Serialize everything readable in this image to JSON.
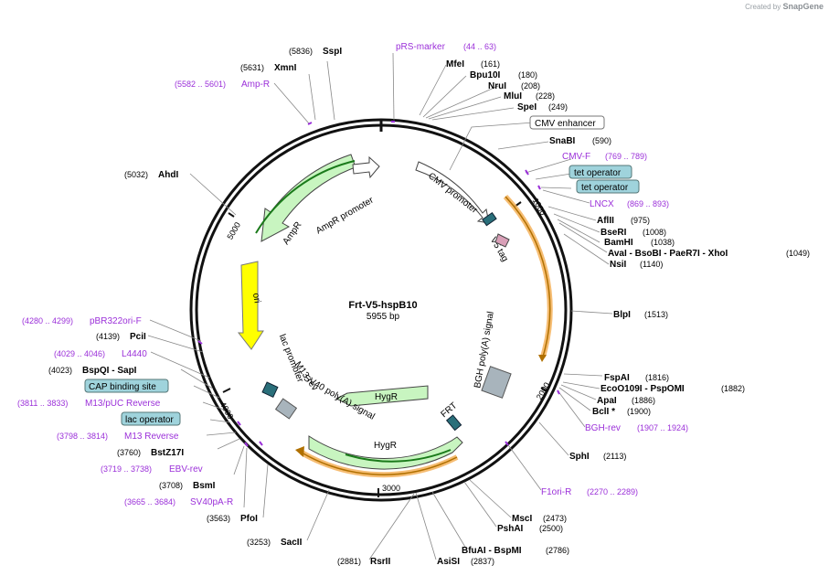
{
  "credit": {
    "prefix": "Created by",
    "brand": "SnapGene"
  },
  "plasmid": {
    "name": "Frt-V5-hspB10",
    "size": "5955 bp"
  },
  "ticks": [
    "1000",
    "2000",
    "3000",
    "4000",
    "5000"
  ],
  "features": [
    {
      "label": "CMV promoter",
      "kind": "arrow"
    },
    {
      "label": "V5 tag",
      "kind": "box"
    },
    {
      "label": "BGH poly(A) signal",
      "kind": "box"
    },
    {
      "label": "FRT",
      "kind": "box"
    },
    {
      "label": "HygR",
      "kind": "arrow"
    },
    {
      "label": "HygR",
      "kind": "arrow"
    },
    {
      "label": "SV40 poly(A) signal",
      "kind": "box"
    },
    {
      "label": "lac promoter",
      "kind": "arrow"
    },
    {
      "label": "M13 rev",
      "kind": "arrow"
    },
    {
      "label": "ori",
      "kind": "arrow"
    },
    {
      "label": "AmpR",
      "kind": "arrow"
    },
    {
      "label": "AmpR promoter",
      "kind": "arrow"
    }
  ],
  "enzymes": [
    {
      "name": "MfeI",
      "pos": "(161)"
    },
    {
      "name": "Bpu10I",
      "pos": "(180)"
    },
    {
      "name": "NruI",
      "pos": "(208)"
    },
    {
      "name": "MluI",
      "pos": "(228)"
    },
    {
      "name": "SpeI",
      "pos": "(249)"
    },
    {
      "name": "SnaBI",
      "pos": "(590)"
    },
    {
      "name": "AflII",
      "pos": "(975)"
    },
    {
      "name": "BseRI",
      "pos": "(1008)"
    },
    {
      "name": "BamHI",
      "pos": "(1038)"
    },
    {
      "name": "AvaI - BsoBI - PaeR7I - XhoI",
      "pos": "(1049)"
    },
    {
      "name": "NsiI",
      "pos": "(1140)"
    },
    {
      "name": "BlpI",
      "pos": "(1513)"
    },
    {
      "name": "FspAI",
      "pos": "(1816)"
    },
    {
      "name": "EcoO109I - PspOMI",
      "pos": "(1882)"
    },
    {
      "name": "ApaI",
      "pos": "(1886)"
    },
    {
      "name": "BclI *",
      "pos": "(1900)"
    },
    {
      "name": "SphI",
      "pos": "(2113)"
    },
    {
      "name": "MscI",
      "pos": "(2473)"
    },
    {
      "name": "PshAI",
      "pos": "(2500)"
    },
    {
      "name": "BfuAI - BspMI",
      "pos": "(2786)"
    },
    {
      "name": "AsiSI",
      "pos": "(2837)"
    },
    {
      "name": "RsrII",
      "pos": "(2881)"
    },
    {
      "name": "SacII",
      "pos": "(3253)"
    },
    {
      "name": "PfoI",
      "pos": "(3563)"
    },
    {
      "name": "BsmI",
      "pos": "(3708)"
    },
    {
      "name": "BstZ17I",
      "pos": "(3760)"
    },
    {
      "name": "BspQI - SapI",
      "pos": "(4023)"
    },
    {
      "name": "PciI",
      "pos": "(4139)"
    },
    {
      "name": "AhdI",
      "pos": "(5032)"
    },
    {
      "name": "XmnI",
      "pos": "(5631)"
    },
    {
      "name": "SspI",
      "pos": "(5836)"
    }
  ],
  "primers": [
    {
      "name": "pRS-marker",
      "range": "(44 .. 63)"
    },
    {
      "name": "CMV-F",
      "range": "(769 .. 789)"
    },
    {
      "name": "LNCX",
      "range": "(869 .. 893)"
    },
    {
      "name": "BGH-rev",
      "range": "(1907 .. 1924)"
    },
    {
      "name": "F1ori-R",
      "range": "(2270 .. 2289)"
    },
    {
      "name": "SV40pA-R",
      "range": "(3665 .. 3684)"
    },
    {
      "name": "EBV-rev",
      "range": "(3719 .. 3738)"
    },
    {
      "name": "M13 Reverse",
      "range": "(3798 .. 3814)"
    },
    {
      "name": "M13/pUC Reverse",
      "range": "(3811 .. 3833)"
    },
    {
      "name": "L4440",
      "range": "(4029 .. 4046)"
    },
    {
      "name": "pBR322ori-F",
      "range": "(4280 .. 4299)"
    },
    {
      "name": "Amp-R",
      "range": "(5582 .. 5601)"
    }
  ],
  "boxed_labels": [
    "CMV enhancer",
    "tet operator",
    "tet operator",
    "CAP binding site",
    "lac operator"
  ],
  "colors": {
    "primer": "#9b30d9",
    "enzyme": "#000000",
    "arrow_green": "#c8f5c0",
    "orf_orange": "#f4b15a",
    "ori_yellow": "#ffff00",
    "box_teal": "#9fd3dc"
  }
}
